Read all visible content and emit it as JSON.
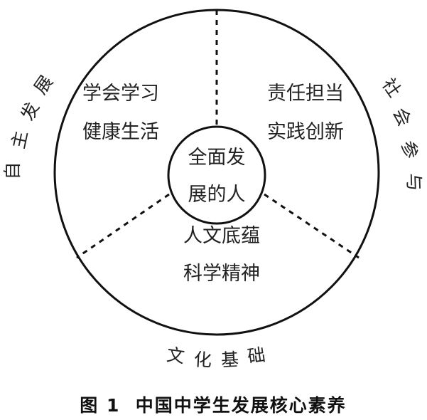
{
  "diagram": {
    "center": {
      "line1": "全面发",
      "line2": "展的人"
    },
    "sectors": {
      "top_left": {
        "line1": "学会学习",
        "line2": "健康生活"
      },
      "top_right": {
        "line1": "责任担当",
        "line2": "实践创新"
      },
      "bottom": {
        "line1": "人文底蕴",
        "line2": "科学精神"
      }
    },
    "outer_labels": {
      "left": [
        "自",
        "主",
        "发",
        "展"
      ],
      "right": [
        "社",
        "会",
        "参",
        "与"
      ],
      "bottom": [
        "文",
        "化",
        "基",
        "础"
      ]
    },
    "caption": "图 1  中国中学生发展核心素养"
  }
}
